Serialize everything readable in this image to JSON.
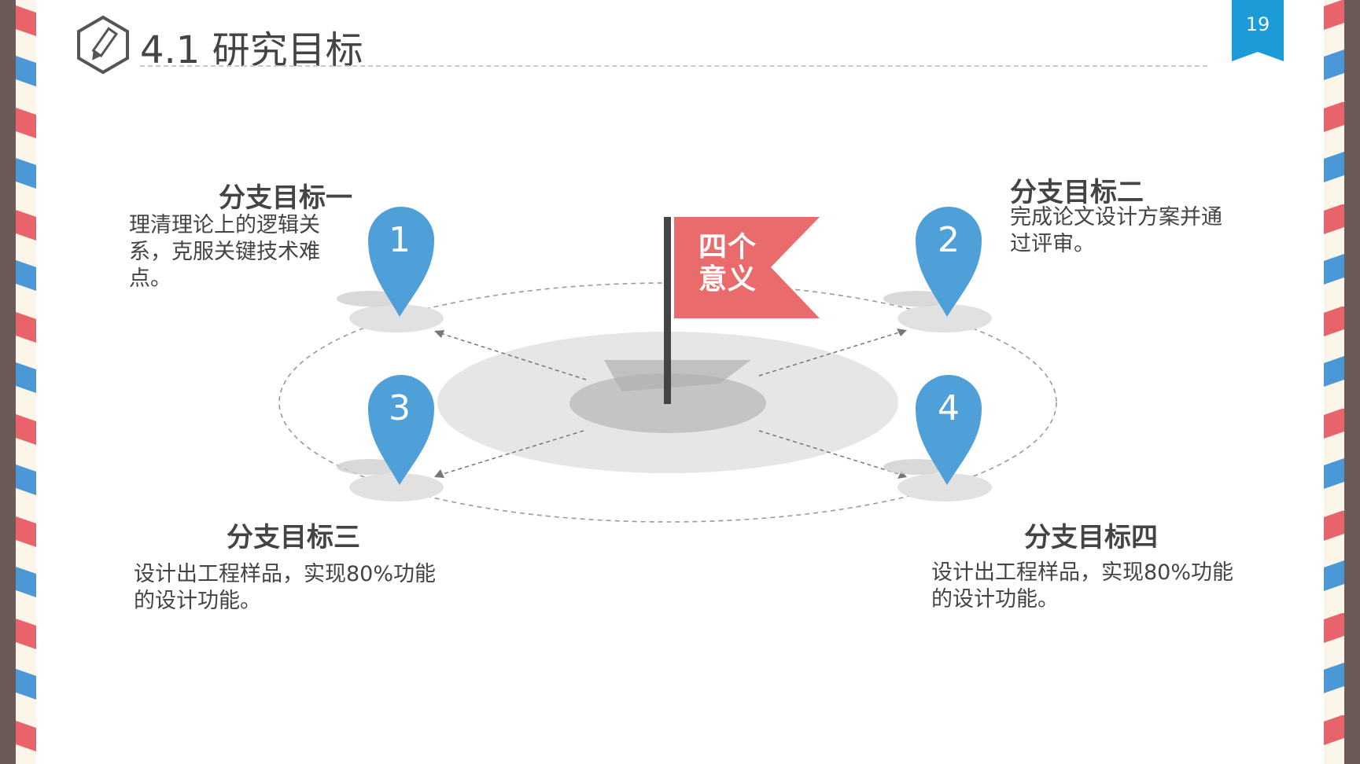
{
  "slide": {
    "title": "4.1 研究目标",
    "page_number": "19",
    "title_icon": "pencil-hexagon-icon"
  },
  "center": {
    "flag_label": "四个意义",
    "flag_line1": "四个",
    "flag_line2": "意义"
  },
  "goals": [
    {
      "number": "1",
      "title": "分支目标一",
      "description": "理清理论上的逻辑关系，克服关键技术难点。"
    },
    {
      "number": "2",
      "title": "分支目标二",
      "description": "完成论文设计方案并通过评审。"
    },
    {
      "number": "3",
      "title": "分支目标三",
      "description": "设计出工程样品，实现80%功能的设计功能。"
    },
    {
      "number": "4",
      "title": "分支目标四",
      "description": "设计出工程样品，实现80%功能的设计功能。"
    }
  ],
  "colors": {
    "accent_blue": "#4f9fd8",
    "flag_red": "#e96b6b",
    "badge_blue": "#1b9bd7",
    "border_brown": "#6a5a58",
    "text": "#444444"
  }
}
